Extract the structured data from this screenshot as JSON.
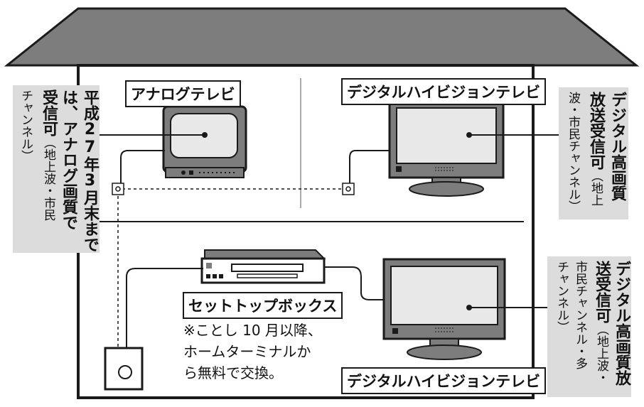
{
  "labels": {
    "analog_tv": "アナログテレビ",
    "digital_tv_top": "デジタルハイビジョンテレビ",
    "digital_tv_bottom": "デジタルハイビジョンテレビ",
    "set_top_box": "セットトップボックス"
  },
  "note": {
    "line1": "※ことし 10 月以降、",
    "line2": "ホームターミナルか",
    "line3": "ら無料で交換。"
  },
  "left_callout": {
    "col1": "平成27年3月末まで",
    "col2_bold": "は、アナログ画質で",
    "col3_bold": "受信可",
    "col3_normal": "（地上波・市民",
    "col4_normal": "チャンネル）"
  },
  "right_top_callout": {
    "col1": "デジタル高画質",
    "col2_bold": "放送受信可",
    "col2_normal": "（地上",
    "col3_normal": "波・市民チャンネル）"
  },
  "right_bottom_callout": {
    "col1": "デジタル高画質放",
    "col2_bold": "送受信可",
    "col2_normal": "（地上波・",
    "col3_normal": "市民チャンネル・多",
    "col4_normal": "チャンネル）"
  },
  "colors": {
    "roof": "#7d7d7d",
    "tv_body": "#7d7d7d",
    "screen": "#e8e8e8",
    "callout_bg": "#dcdcdc",
    "line": "#1a1a1a"
  }
}
